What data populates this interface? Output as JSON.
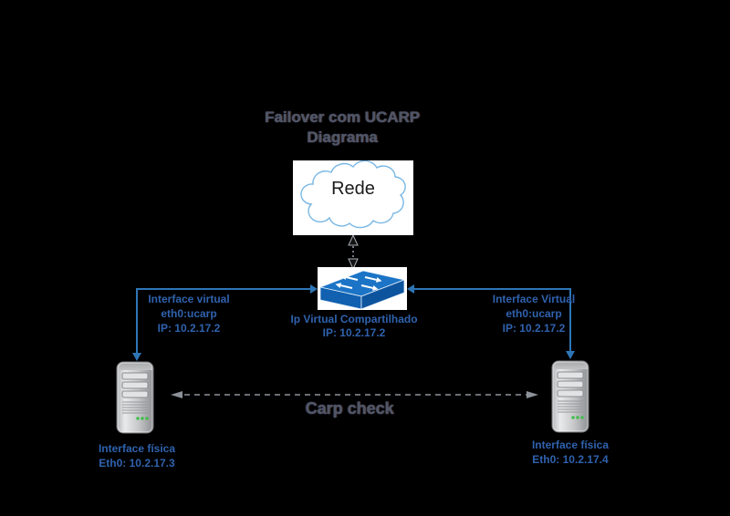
{
  "title": {
    "line1": "Failover com UCARP",
    "line2": "Diagrama"
  },
  "cloud": {
    "label": "Rede",
    "icon": "cloud-icon"
  },
  "switch_node": {
    "icon": "switch-icon",
    "label_line1": "Ip Virtual Compartilhado",
    "label_line2": "IP: 10.2.17.2"
  },
  "left_node": {
    "icon": "server-icon",
    "virtual_interface": {
      "line1": "Interface virtual",
      "line2": "eth0:ucarp",
      "line3": "IP: 10.2.17.2"
    },
    "physical_interface": {
      "line1": "Interface física",
      "line2": "Eth0: 10.2.17.3"
    }
  },
  "right_node": {
    "icon": "server-icon",
    "virtual_interface": {
      "line1": "Interface Virtual",
      "line2": "eth0:ucarp",
      "line3": "IP: 10.2.17.2"
    },
    "physical_interface": {
      "line1": "Interface física",
      "line2": "Eth0: 10.2.17.4"
    }
  },
  "links": {
    "carp_check": {
      "label": "Carp check",
      "style": "dashed-double-arrow"
    },
    "cloud_switch": {
      "style": "dotted-double-arrow"
    },
    "left_uplink": {
      "style": "solid-elbow-arrow"
    },
    "right_uplink": {
      "style": "solid-elbow-arrow"
    }
  },
  "colors": {
    "background": "#000000",
    "connector_blue": "#2e75b6",
    "label_blue": "#2f62ae",
    "cloud_stroke": "#79b7e4",
    "switch_blue_top": "#1b74c6",
    "switch_blue_front": "#1161b0",
    "switch_blue_side": "#0d549e",
    "server_gray": "#c7c8ca",
    "led_green": "#3fbf49",
    "dark_text": "#4f5565"
  }
}
